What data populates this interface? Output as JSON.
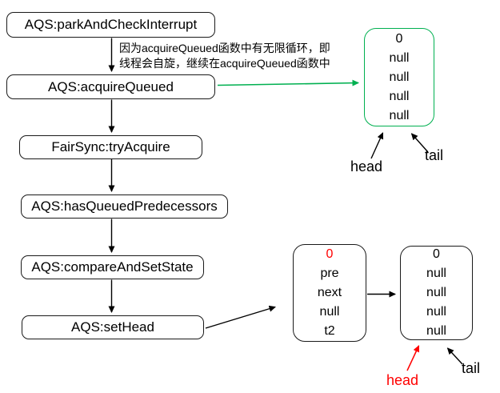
{
  "flowchart": {
    "boxes": [
      {
        "label": "AQS:parkAndCheckInterrupt"
      },
      {
        "label": "AQS:acquireQueued"
      },
      {
        "label": "FairSync:tryAcquire"
      },
      {
        "label": "AQS:hasQueuedPredecessors"
      },
      {
        "label": "AQS:compareAndSetState"
      },
      {
        "label": "AQS:setHead"
      }
    ]
  },
  "annotation": {
    "line1": "因为acquireQueued函数中有无限循环，即",
    "line2": "线程会自旋，继续在acquireQueued函数中"
  },
  "initial_queue_node": {
    "values": [
      "0",
      "null",
      "null",
      "null",
      "null"
    ],
    "border_color": "#00B050",
    "head_label": "head",
    "tail_label": "tail"
  },
  "after_queue": {
    "left_node": {
      "values": [
        "0",
        "pre",
        "next",
        "null",
        "t2"
      ],
      "value0_color": "#FF0000"
    },
    "right_node": {
      "values": [
        "0",
        "null",
        "null",
        "null",
        "null"
      ]
    },
    "head_label": "head",
    "head_label_color": "#FF0000",
    "tail_label": "tail"
  },
  "colors": {
    "line": "#000000",
    "green": "#00B050",
    "red": "#FF0000"
  }
}
